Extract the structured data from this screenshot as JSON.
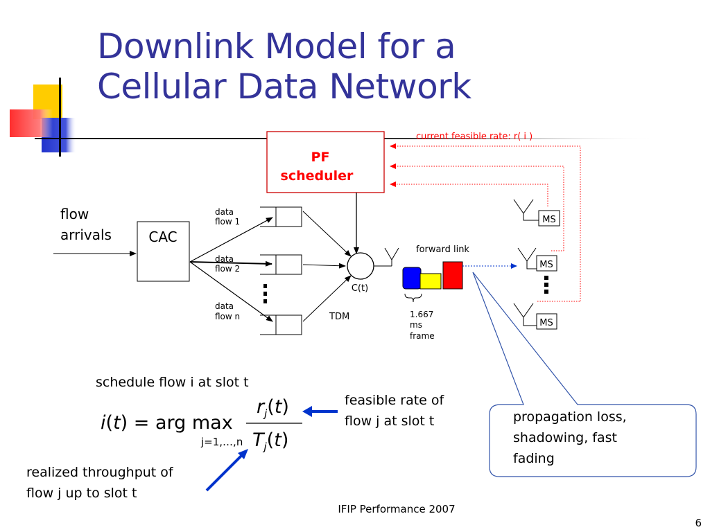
{
  "slide": {
    "title_line1": "Downlink Model for a",
    "title_line2": "Cellular Data Network",
    "footer": "IFIP Performance 2007",
    "page_number": "6"
  },
  "scheduler": {
    "line1": "PF",
    "line2": "scheduler",
    "feedback_label": "current feasible rate:  r( i )"
  },
  "admission": {
    "flow_label_1": "flow",
    "flow_label_2": "arrivals",
    "cac_label": "CAC"
  },
  "queues": [
    {
      "line1": "data",
      "line2": "flow 1"
    },
    {
      "line1": "data",
      "line2": "flow 2"
    },
    {
      "line1": "data",
      "line2": "flow n"
    }
  ],
  "link": {
    "capacity_label": "C(t)",
    "tdm_label": "TDM",
    "forward_link_label": "forward link",
    "frame_line1": "1.667",
    "frame_line2": "ms",
    "frame_line3": "frame"
  },
  "mobiles": [
    "MS",
    "MS",
    "MS"
  ],
  "formula": {
    "caption": "schedule flow i at slot t",
    "lhs": "i(t) = arg max",
    "subscript": "j=1,…,n",
    "numerator": "r_j(t)",
    "denominator": "T_j(t)"
  },
  "annotations": {
    "rate_line1": "feasible rate of",
    "rate_line2": "flow j at slot t",
    "throughput_line1": "realized throughput of",
    "throughput_line2": "flow j up to slot t",
    "fading_line1": "propagation loss,",
    "fading_line2": "shadowing, fast",
    "fading_line3": "fading"
  },
  "colors": {
    "title": "#333399",
    "scheduler": "#ff0000",
    "arrow_blue": "#0033cc",
    "block_blue": "#0000ff",
    "block_yellow": "#ffff00",
    "block_red": "#ff0000",
    "callout_border": "#3355aa"
  }
}
